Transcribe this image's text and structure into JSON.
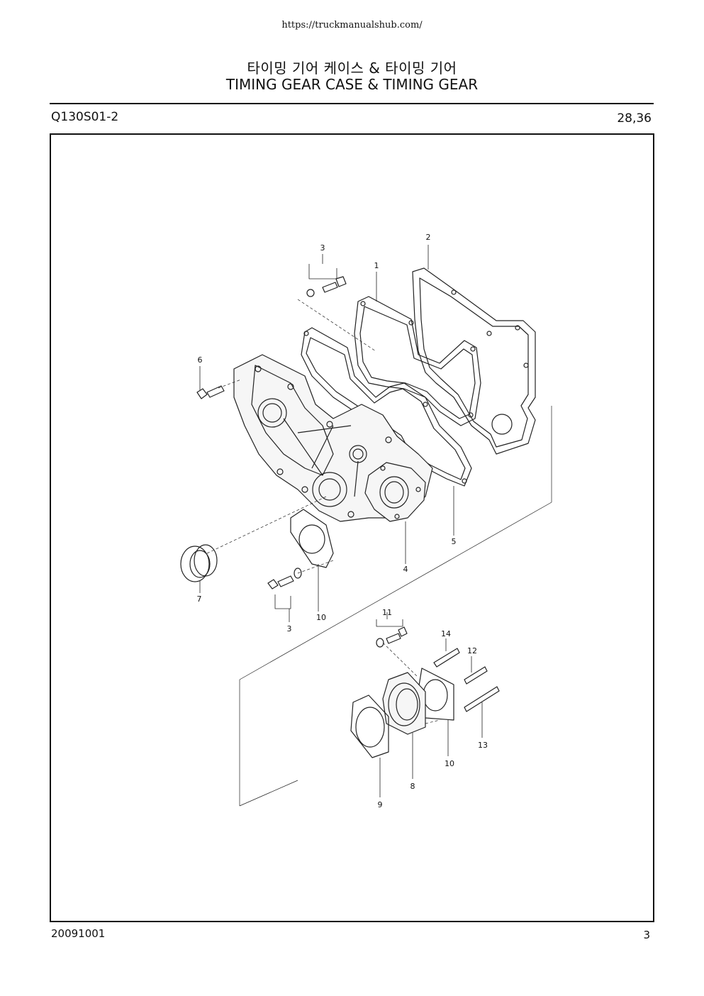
{
  "header": {
    "url": "https://truckmanualshub.com/",
    "title_korean": "타이밍 기어 케이스 & 타이밍 기어",
    "title_english": "TIMING GEAR CASE & TIMING GEAR",
    "group_code": "Q130S01-2",
    "page_ref": "28,36"
  },
  "footer": {
    "date_code": "20091001",
    "page_number": "3"
  },
  "diagram": {
    "callouts": {
      "c1": "1",
      "c2": "2",
      "c3a": "3",
      "c3b": "3",
      "c4": "4",
      "c5": "5",
      "c6": "6",
      "c7": "7",
      "c8": "8",
      "c9": "9",
      "c10a": "10",
      "c10b": "10",
      "c11": "11",
      "c12": "12",
      "c13": "13",
      "c14": "14"
    }
  }
}
